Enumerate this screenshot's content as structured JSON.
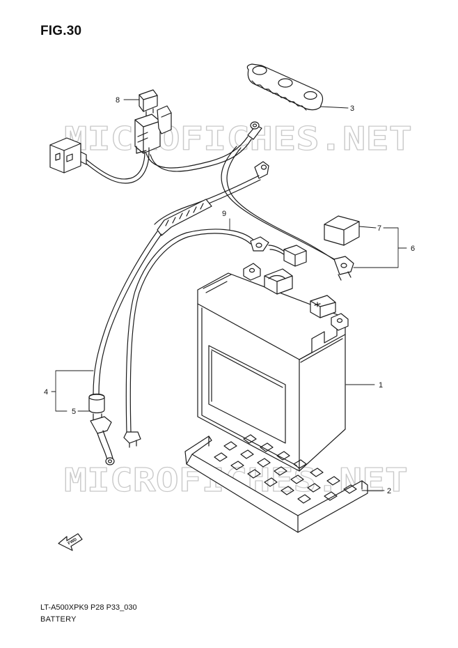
{
  "figure": {
    "title": "FIG.30",
    "reference_code": "LT-A500XPK9 P28 P33_030",
    "section_name": "BATTERY"
  },
  "watermark": "MICROFICHES.NET",
  "callouts": [
    "1",
    "2",
    "3",
    "4",
    "5",
    "6",
    "7",
    "8",
    "9"
  ],
  "forward_arrow_label": "FWD",
  "colors": {
    "line": "#1a1a1a",
    "watermark": "#c9c9c9",
    "background": "#ffffff"
  }
}
